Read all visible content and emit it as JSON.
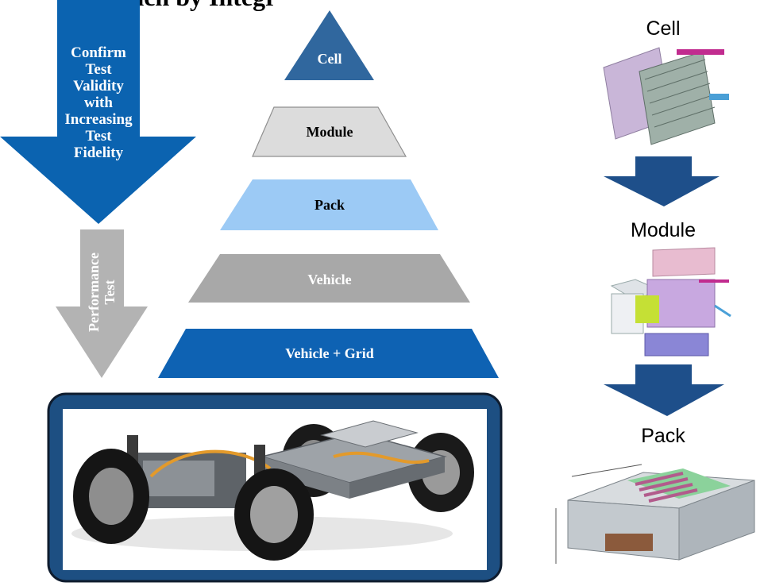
{
  "title_fragment": "pproach by Integr",
  "left_arrow": {
    "lines": [
      "Confirm",
      "Test",
      "Validity",
      "with",
      "Increasing",
      "Test",
      "Fidelity"
    ],
    "color": "#0b63b0"
  },
  "performance_arrow": {
    "lines": [
      "Performance",
      "Test"
    ],
    "color": "#b3b3b3"
  },
  "pyramid": [
    {
      "label": "Cell",
      "fill": "#30679e",
      "text_color": "#ffffff"
    },
    {
      "label": "Module",
      "fill": "#dcdcdc",
      "text_color": "#000000"
    },
    {
      "label": "Pack",
      "fill": "#9ccaf5",
      "text_color": "#000000"
    },
    {
      "label": "Vehicle",
      "fill": "#a8a8a8",
      "text_color": "#ffffff"
    },
    {
      "label": "Vehicle + Grid",
      "fill": "#0e62b3",
      "text_color": "#ffffff"
    }
  ],
  "vehicle_frame": {
    "border_color": "#0f1c2e",
    "fill": "#1d4f82"
  },
  "right_column": {
    "labels": [
      "Cell",
      "Module",
      "Pack"
    ],
    "arrow_color": "#1e4f8a"
  }
}
